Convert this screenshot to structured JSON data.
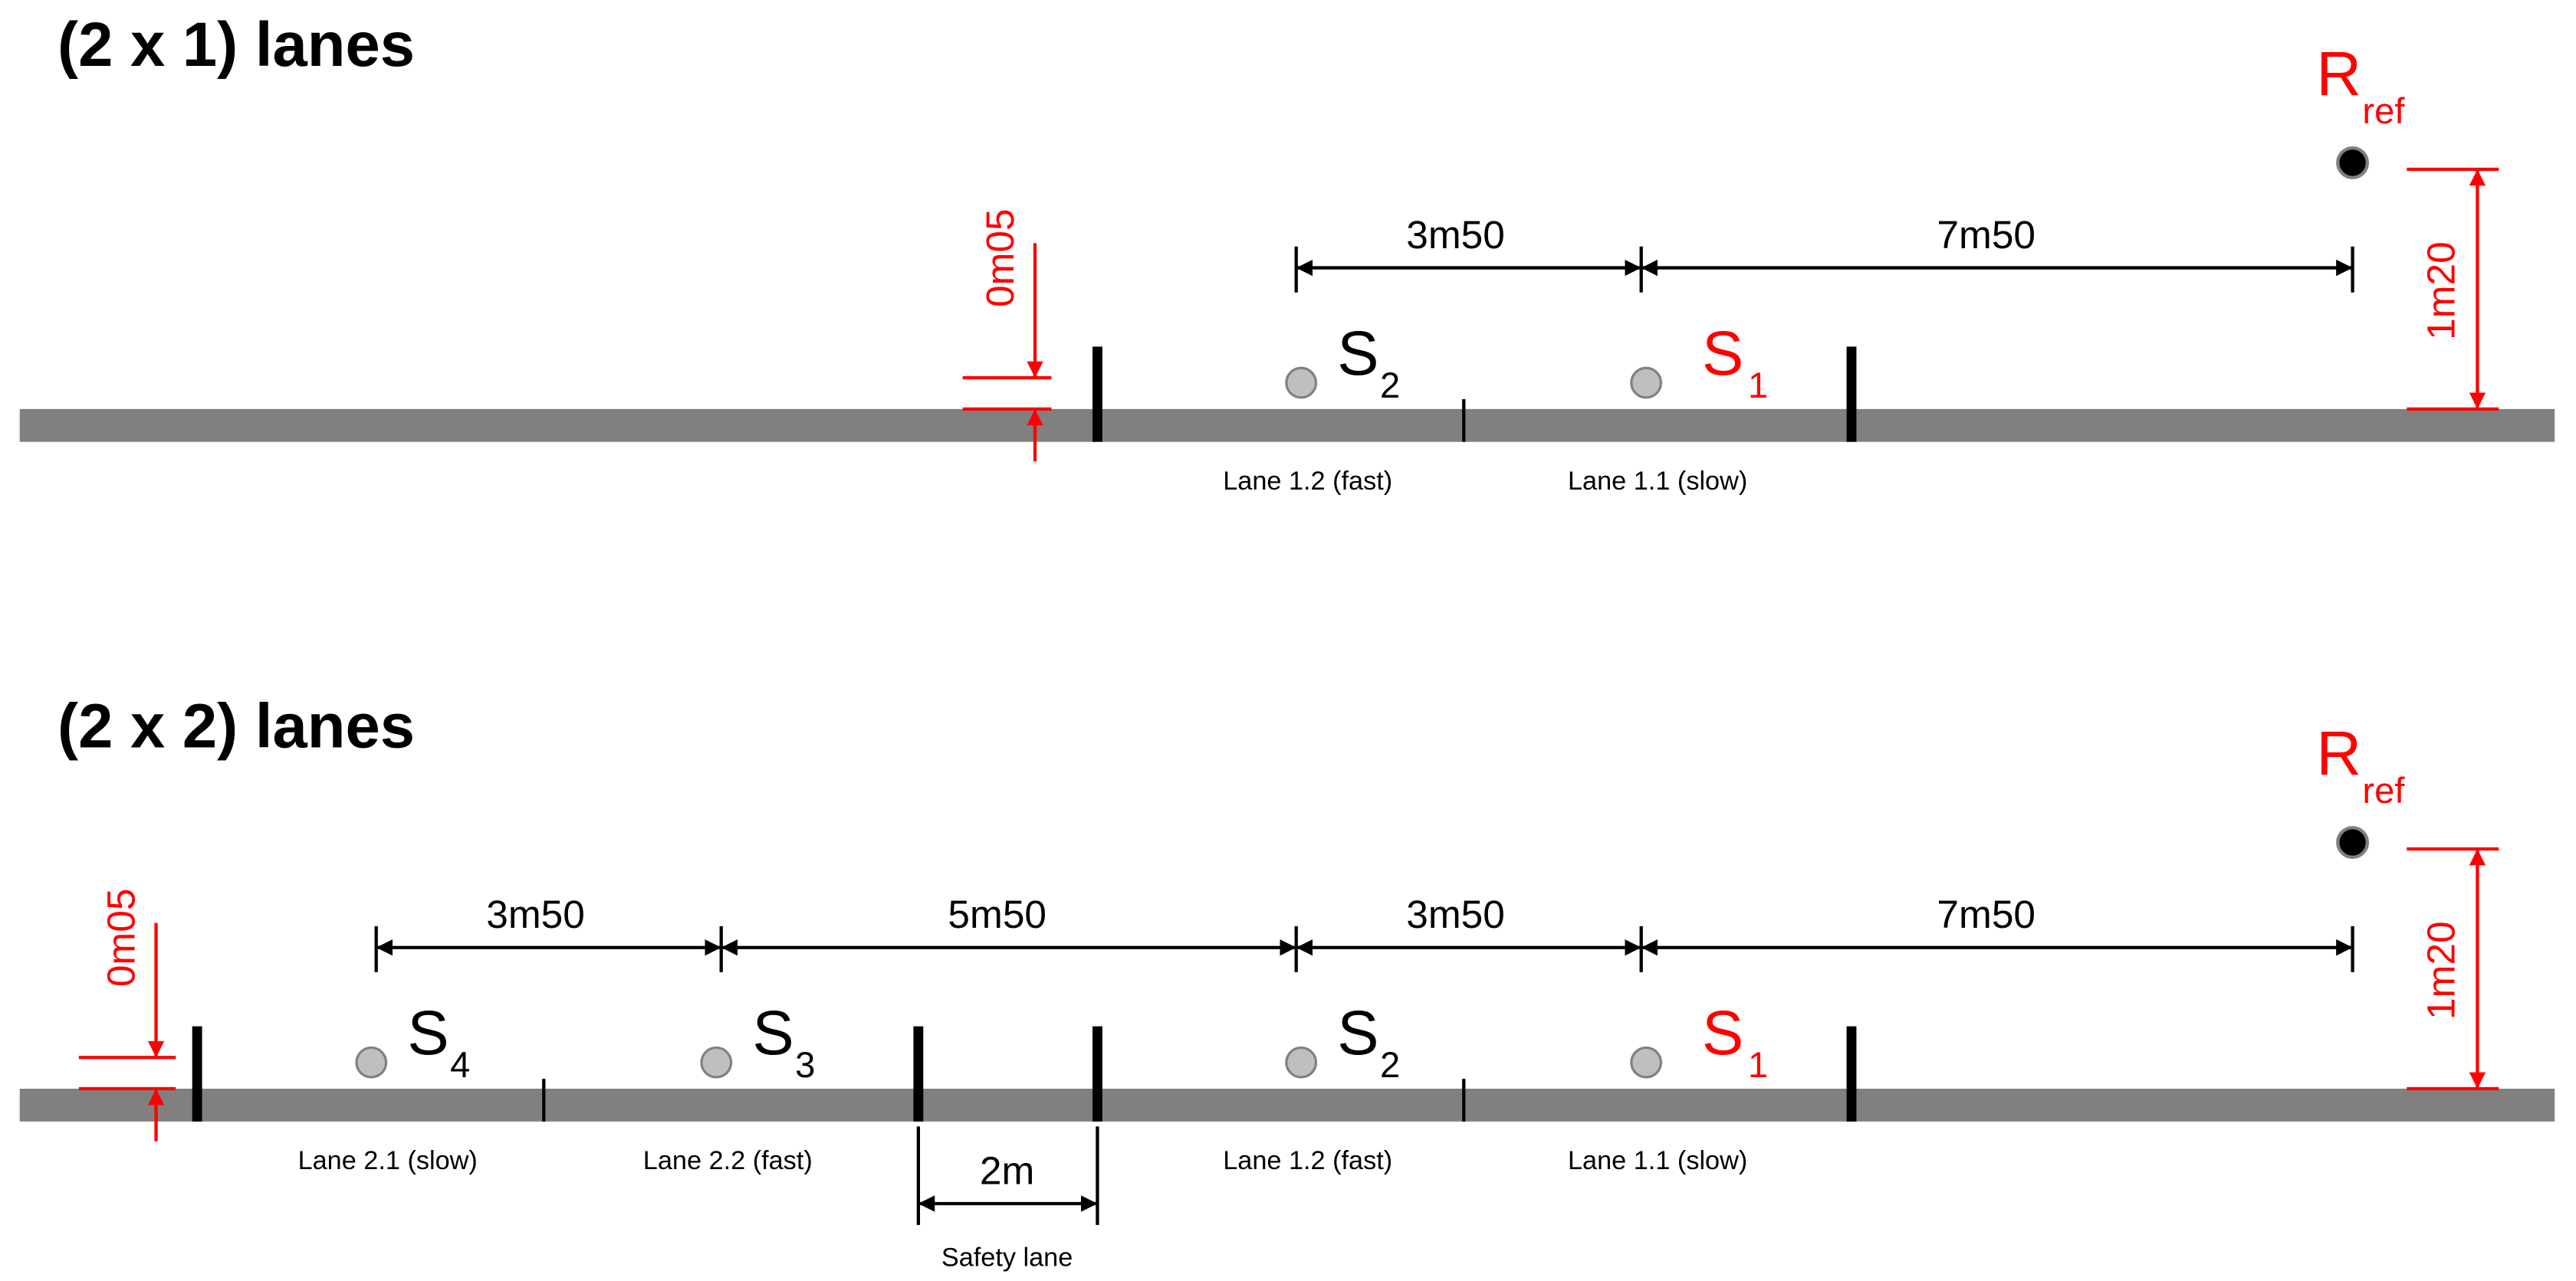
{
  "colors": {
    "road": "#808080",
    "highlight": "#ff0000",
    "source_fill": "#bfbfbf",
    "receiver_fill": "#000000"
  },
  "panel1": {
    "title": "(2 x 1) lanes",
    "receiver": {
      "letter": "R",
      "sub": "ref"
    },
    "dim_height": "1m20",
    "dim_offset": "0m05",
    "dims": [
      "3m50",
      "7m50"
    ],
    "sources": [
      {
        "letter": "S",
        "sub": "2",
        "highlight": false
      },
      {
        "letter": "S",
        "sub": "1",
        "highlight": true
      }
    ],
    "lanes": [
      "Lane 1.2 (fast)",
      "Lane 1.1 (slow)"
    ]
  },
  "panel2": {
    "title": "(2 x 2) lanes",
    "receiver": {
      "letter": "R",
      "sub": "ref"
    },
    "dim_height": "1m20",
    "dim_offset": "0m05",
    "dims": [
      "3m50",
      "5m50",
      "3m50",
      "7m50"
    ],
    "sources": [
      {
        "letter": "S",
        "sub": "4",
        "highlight": false
      },
      {
        "letter": "S",
        "sub": "3",
        "highlight": false
      },
      {
        "letter": "S",
        "sub": "2",
        "highlight": false
      },
      {
        "letter": "S",
        "sub": "1",
        "highlight": true
      }
    ],
    "lanes": [
      "Lane 2.1 (slow)",
      "Lane 2.2 (fast)",
      "Lane 1.2 (fast)",
      "Lane 1.1 (slow)"
    ],
    "safety_width": "2m",
    "safety_label": "Safety lane"
  }
}
